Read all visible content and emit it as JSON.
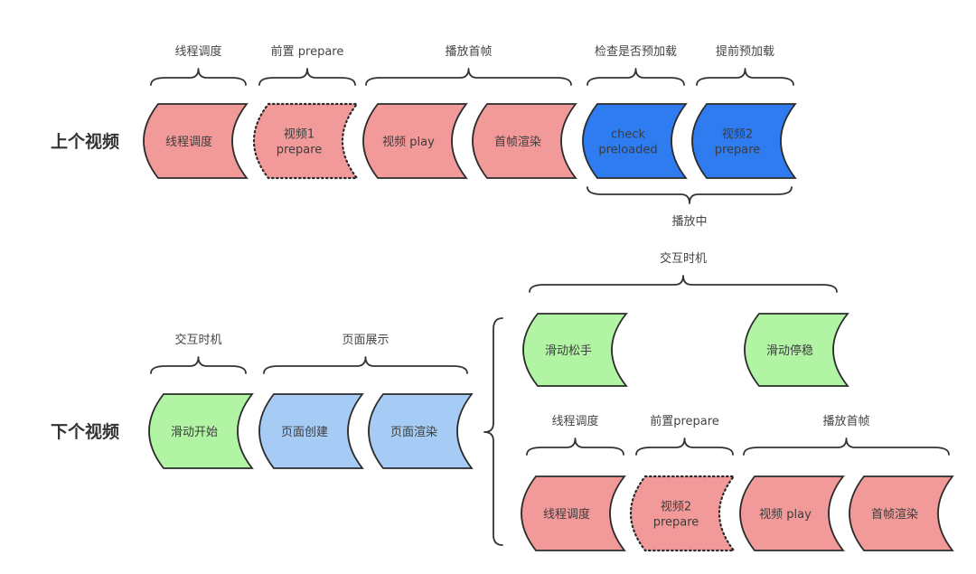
{
  "colors": {
    "red": "#f29a99",
    "blue": "#2e7cf0",
    "light_blue": "#a6cbf5",
    "green": "#b1f5a4"
  },
  "rows": {
    "previous": {
      "label": "上个视频"
    },
    "next": {
      "label": "下个视频"
    }
  },
  "nodes": [
    {
      "id": "prev-thread-schedule",
      "lines": [
        "线程调度"
      ],
      "color": "red",
      "style": "solid"
    },
    {
      "id": "prev-video1-prepare",
      "lines": [
        "视频1",
        "prepare"
      ],
      "color": "red",
      "style": "dotted"
    },
    {
      "id": "prev-video-play",
      "lines": [
        "视频 play"
      ],
      "color": "red",
      "style": "solid"
    },
    {
      "id": "prev-first-frame-render",
      "lines": [
        "首帧渲染"
      ],
      "color": "red",
      "style": "solid"
    },
    {
      "id": "prev-check-preloaded",
      "lines": [
        "check",
        "preloaded"
      ],
      "color": "blue",
      "style": "solid"
    },
    {
      "id": "prev-video2-prepare",
      "lines": [
        "视频2",
        "prepare"
      ],
      "color": "blue",
      "style": "solid"
    },
    {
      "id": "next-swipe-start",
      "lines": [
        "滑动开始"
      ],
      "color": "green",
      "style": "solid"
    },
    {
      "id": "next-page-create",
      "lines": [
        "页面创建"
      ],
      "color": "light_blue",
      "style": "solid"
    },
    {
      "id": "next-page-render",
      "lines": [
        "页面渲染"
      ],
      "color": "light_blue",
      "style": "solid"
    },
    {
      "id": "next-swipe-release",
      "lines": [
        "滑动松手"
      ],
      "color": "green",
      "style": "solid"
    },
    {
      "id": "next-swipe-settle",
      "lines": [
        "滑动停稳"
      ],
      "color": "green",
      "style": "solid"
    },
    {
      "id": "next-thread-schedule",
      "lines": [
        "线程调度"
      ],
      "color": "red",
      "style": "solid"
    },
    {
      "id": "next-video2-prepare",
      "lines": [
        "视频2",
        "prepare"
      ],
      "color": "red",
      "style": "dotted"
    },
    {
      "id": "next-video-play",
      "lines": [
        "视频 play"
      ],
      "color": "red",
      "style": "solid"
    },
    {
      "id": "next-first-frame-render",
      "lines": [
        "首帧渲染"
      ],
      "color": "red",
      "style": "solid"
    }
  ],
  "braces": [
    {
      "id": "prev-thread-schedule",
      "label": "线程调度"
    },
    {
      "id": "prev-pre-prepare",
      "label": "前置 prepare"
    },
    {
      "id": "prev-play-first-frame",
      "label": "播放首帧"
    },
    {
      "id": "prev-check-preload",
      "label": "检查是否预加载"
    },
    {
      "id": "prev-early-preload",
      "label": "提前预加载"
    },
    {
      "id": "prev-playing",
      "label": "播放中"
    },
    {
      "id": "next-interaction-timing",
      "label": "交互时机"
    },
    {
      "id": "next-page-display",
      "label": "页面展示"
    },
    {
      "id": "next-interaction-timing-2",
      "label": "交互时机"
    },
    {
      "id": "next-thread-schedule",
      "label": "线程调度"
    },
    {
      "id": "next-pre-prepare",
      "label": "前置prepare"
    },
    {
      "id": "next-play-first-frame",
      "label": "播放首帧"
    }
  ]
}
